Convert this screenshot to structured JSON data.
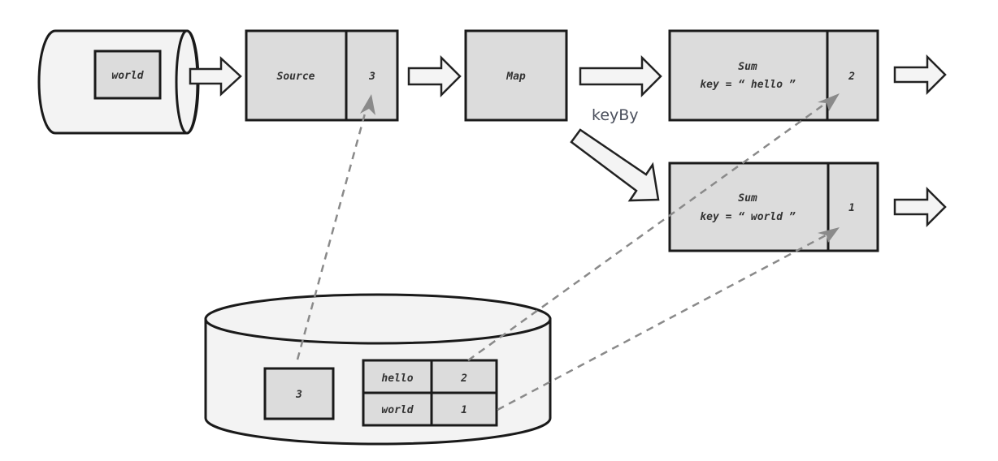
{
  "source_cylinder": {
    "record": "world"
  },
  "operators": {
    "source": {
      "name": "Source",
      "state": "3"
    },
    "map": {
      "name": "Map"
    },
    "sum_hello": {
      "name": "Sum",
      "key_line": "key = “ hello ”",
      "state": "2"
    },
    "sum_world": {
      "name": "Sum",
      "key_line": "key = “ world ”",
      "state": "1"
    }
  },
  "edge_labels": {
    "keyby": "keyBy"
  },
  "state_backend": {
    "source_offset": "3",
    "keyed_state": [
      {
        "key": "hello",
        "value": "2"
      },
      {
        "key": "world",
        "value": "1"
      }
    ]
  },
  "colors": {
    "box_fill": "#dcdcdc",
    "cylinder_fill": "#f3f3f3",
    "dash": "#8a8a8a",
    "keyby_text": "#4a4f5c"
  }
}
